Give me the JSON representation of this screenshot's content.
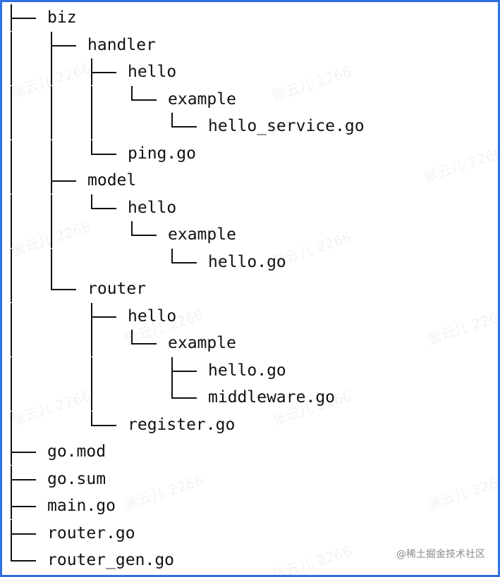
{
  "tree": [
    {
      "depth": 0,
      "name": "biz",
      "last": false,
      "guides": []
    },
    {
      "depth": 1,
      "name": "handler",
      "last": false,
      "guides": [
        0
      ]
    },
    {
      "depth": 2,
      "name": "hello",
      "last": false,
      "guides": [
        0,
        1
      ]
    },
    {
      "depth": 3,
      "name": "example",
      "last": true,
      "guides": [
        0,
        1,
        2
      ]
    },
    {
      "depth": 4,
      "name": "hello_service.go",
      "last": true,
      "guides": [
        0,
        1,
        2
      ]
    },
    {
      "depth": 2,
      "name": "ping.go",
      "last": true,
      "guides": [
        0,
        1
      ]
    },
    {
      "depth": 1,
      "name": "model",
      "last": false,
      "guides": [
        0
      ]
    },
    {
      "depth": 2,
      "name": "hello",
      "last": true,
      "guides": [
        0,
        1
      ]
    },
    {
      "depth": 3,
      "name": "example",
      "last": true,
      "guides": [
        0,
        1
      ]
    },
    {
      "depth": 4,
      "name": "hello.go",
      "last": true,
      "guides": [
        0,
        1
      ]
    },
    {
      "depth": 1,
      "name": "router",
      "last": true,
      "guides": [
        0
      ]
    },
    {
      "depth": 2,
      "name": "hello",
      "last": false,
      "guides": [
        0
      ]
    },
    {
      "depth": 3,
      "name": "example",
      "last": true,
      "guides": [
        0,
        2
      ]
    },
    {
      "depth": 4,
      "name": "hello.go",
      "last": false,
      "guides": [
        0,
        2
      ]
    },
    {
      "depth": 4,
      "name": "middleware.go",
      "last": true,
      "guides": [
        0,
        2
      ]
    },
    {
      "depth": 2,
      "name": "register.go",
      "last": true,
      "guides": [
        0
      ]
    },
    {
      "depth": 0,
      "name": "go.mod",
      "last": false,
      "guides": []
    },
    {
      "depth": 0,
      "name": "go.sum",
      "last": false,
      "guides": []
    },
    {
      "depth": 0,
      "name": "main.go",
      "last": false,
      "guides": []
    },
    {
      "depth": 0,
      "name": "router.go",
      "last": false,
      "guides": []
    },
    {
      "depth": 0,
      "name": "router_gen.go",
      "last": true,
      "guides": []
    }
  ],
  "watermark_text": "张云儿 2266",
  "site_credit": "@稀土掘金技术社区",
  "colors": {
    "frame_border": "#2f6fe0",
    "text": "#111111",
    "background": "#ffffff"
  }
}
